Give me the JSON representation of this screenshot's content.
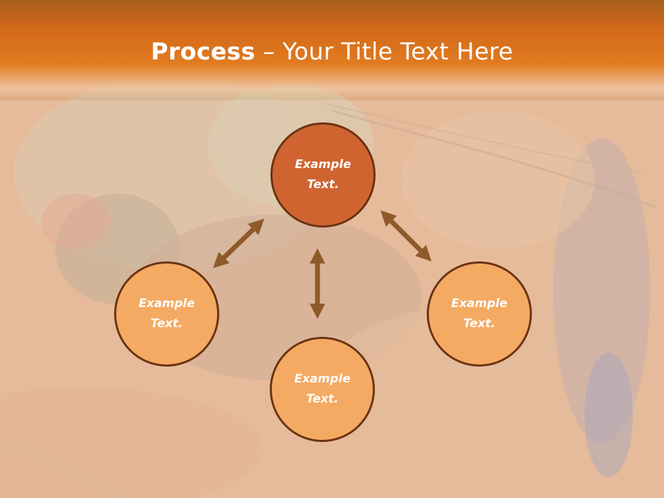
{
  "slide": {
    "title_bold": "Process",
    "title_sep": " – ",
    "title_rest": "Your Title Text Here"
  },
  "colors": {
    "header_orange": "#e17b1f",
    "center_fill": "#cf6431",
    "outer_fill": "#f4aa62",
    "border": "#6b3212",
    "arrow": "#8e5a2a"
  },
  "nodes": [
    {
      "id": "center",
      "label": "Example Text."
    },
    {
      "id": "left",
      "label": "Example Text."
    },
    {
      "id": "bottom",
      "label": "Example Text."
    },
    {
      "id": "right",
      "label": "Example Text."
    }
  ]
}
